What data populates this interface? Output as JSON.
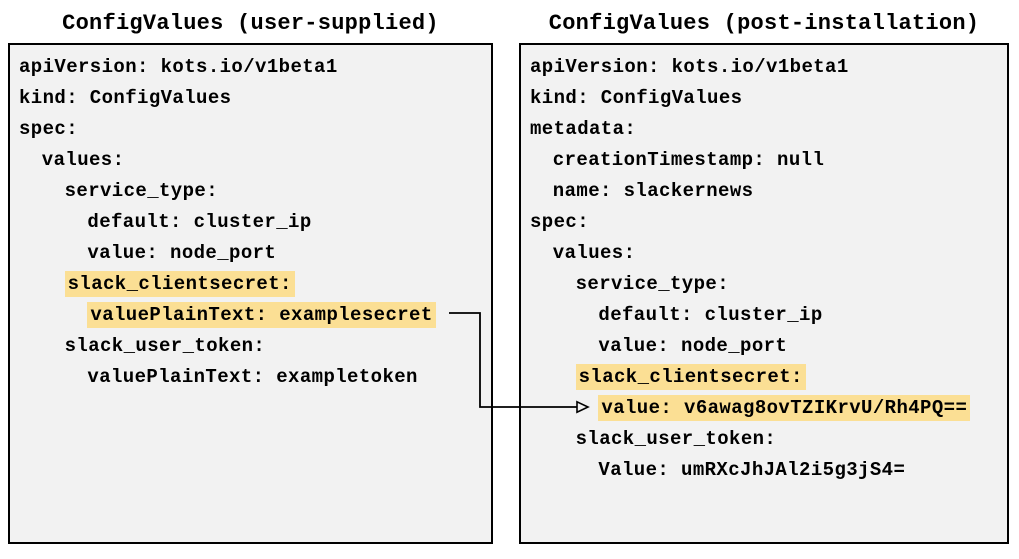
{
  "diagram": {
    "panels": [
      {
        "id": "user-supplied",
        "title": "ConfigValues (user-supplied)",
        "lines": [
          {
            "text": "apiVersion: kots.io/v1beta1",
            "indent": 0,
            "highlight": false
          },
          {
            "text": "kind: ConfigValues",
            "indent": 0,
            "highlight": false
          },
          {
            "text": "spec:",
            "indent": 0,
            "highlight": false
          },
          {
            "text": "values:",
            "indent": 1,
            "highlight": false
          },
          {
            "text": "service_type:",
            "indent": 2,
            "highlight": false
          },
          {
            "text": "default: cluster_ip",
            "indent": 3,
            "highlight": false
          },
          {
            "text": "value: node_port",
            "indent": 3,
            "highlight": false
          },
          {
            "text": "slack_clientsecret:",
            "indent": 2,
            "highlight": true
          },
          {
            "text": "valuePlainText: examplesecret",
            "indent": 3,
            "highlight": true
          },
          {
            "text": "slack_user_token:",
            "indent": 2,
            "highlight": false
          },
          {
            "text": "valuePlainText: exampletoken",
            "indent": 3,
            "highlight": false
          }
        ]
      },
      {
        "id": "post-installation",
        "title": "ConfigValues (post-installation)",
        "lines": [
          {
            "text": "apiVersion: kots.io/v1beta1",
            "indent": 0,
            "highlight": false
          },
          {
            "text": "kind: ConfigValues",
            "indent": 0,
            "highlight": false
          },
          {
            "text": "metadata:",
            "indent": 0,
            "highlight": false
          },
          {
            "text": "creationTimestamp: null",
            "indent": 1,
            "highlight": false
          },
          {
            "text": "name: slackernews",
            "indent": 1,
            "highlight": false
          },
          {
            "text": "spec:",
            "indent": 0,
            "highlight": false
          },
          {
            "text": "values:",
            "indent": 1,
            "highlight": false
          },
          {
            "text": "service_type:",
            "indent": 2,
            "highlight": false
          },
          {
            "text": "default: cluster_ip",
            "indent": 3,
            "highlight": false
          },
          {
            "text": "value: node_port",
            "indent": 3,
            "highlight": false
          },
          {
            "text": "slack_clientsecret:",
            "indent": 2,
            "highlight": true
          },
          {
            "text": "value: v6awag8ovTZIKrvU/Rh4PQ==",
            "indent": 3,
            "highlight": true
          },
          {
            "text": "slack_user_token:",
            "indent": 2,
            "highlight": false
          },
          {
            "text": "Value: umRXcJhJAl2i5g3jS4=",
            "indent": 3,
            "highlight": false
          }
        ]
      }
    ],
    "arrow": {
      "from": "valuePlainText: examplesecret",
      "to": "value: v6awag8ovTZIKrvU/Rh4PQ=="
    },
    "colors": {
      "highlight": "#FBDF94",
      "panel_bg": "#F2F2F2",
      "border": "#000000",
      "text": "#000000"
    }
  }
}
